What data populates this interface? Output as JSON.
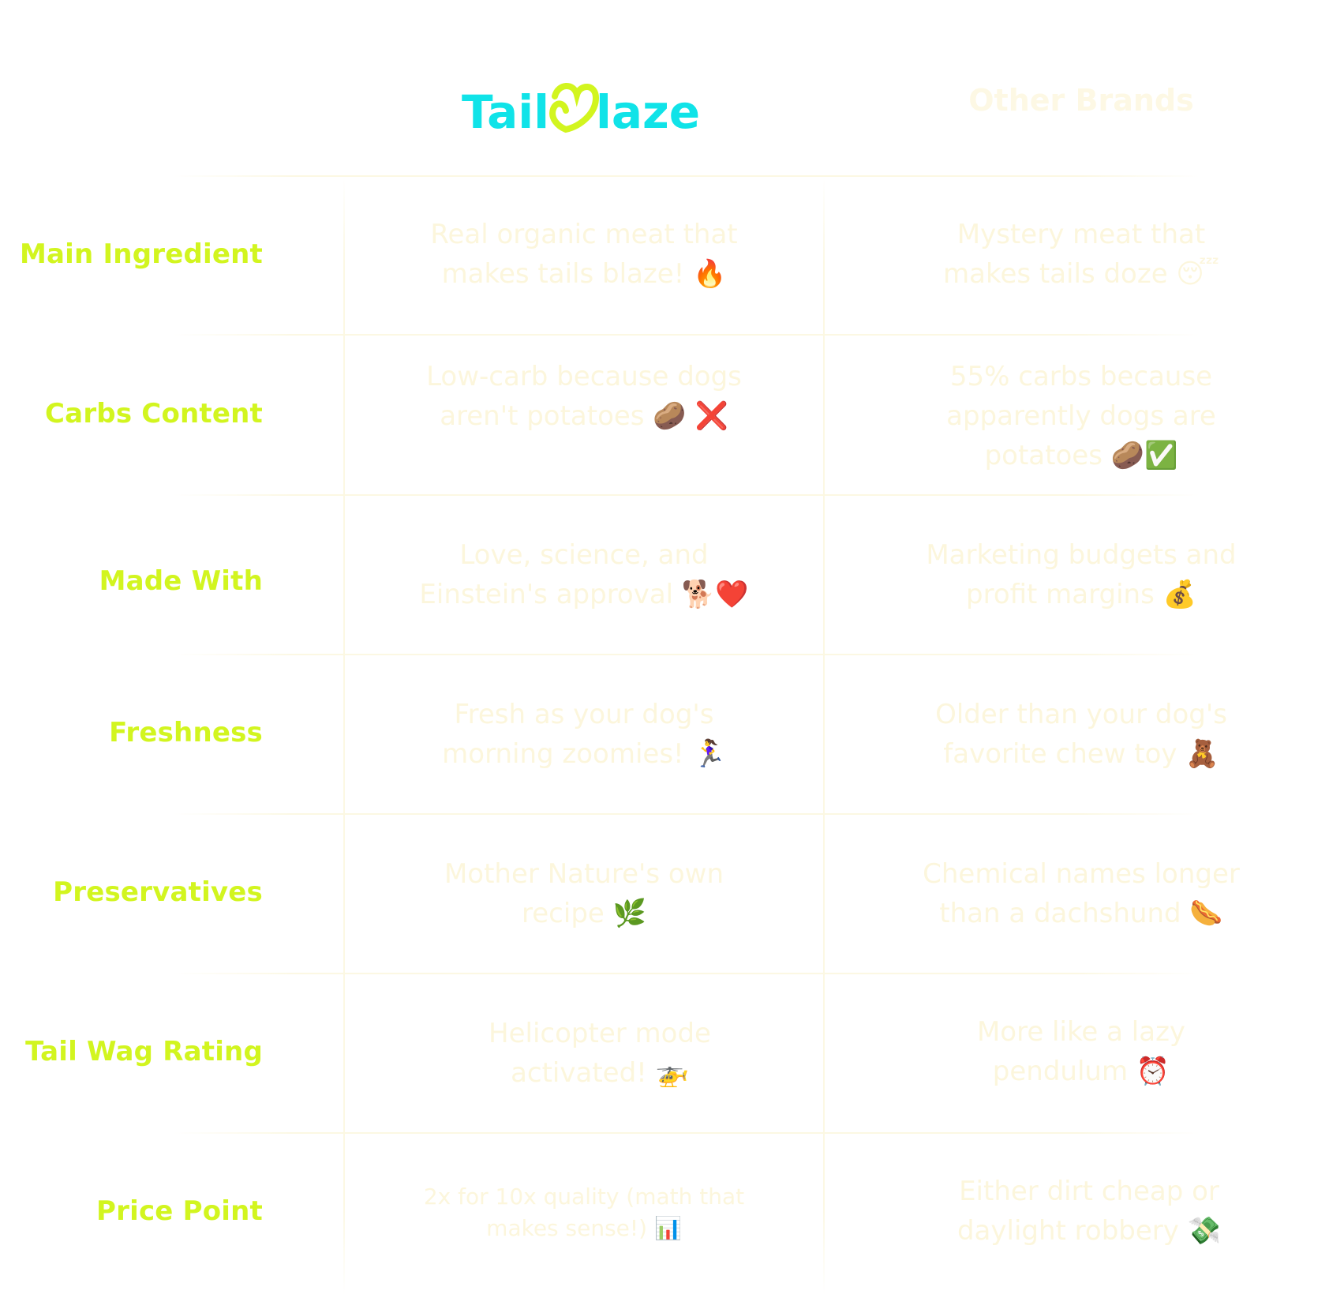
{
  "header": {
    "brand_logo_text": "TailBlaze",
    "other_brands_label": "Other Brands"
  },
  "rows": [
    {
      "label": "Main Ingredient",
      "tailblaze": "Real organic meat that makes tails blaze! 🔥",
      "other": "Mystery meat that makes tails doze 😴"
    },
    {
      "label": "Carbs Content",
      "tailblaze": "Low-carb because dogs aren't potatoes 🥔 ❌",
      "other": "55% carbs because apparently dogs are potatoes 🥔✅"
    },
    {
      "label": "Made With",
      "tailblaze": "Love, science, and Einstein's approval 🐕❤️",
      "other": "Marketing budgets and profit margins 💰"
    },
    {
      "label": "Freshness",
      "tailblaze": "Fresh as your dog's morning zoomies! 🏃‍♀️",
      "other": "Older than your dog's favorite chew toy 🧸"
    },
    {
      "label": "Preservatives",
      "tailblaze": "Mother Nature's own recipe 🌿",
      "other": "Chemical names longer than a dachshund 🌭"
    },
    {
      "label": "Tail Wag Rating",
      "tailblaze": "Helicopter mode activated! 🚁",
      "other": "More like a lazy pendulum ⏰"
    },
    {
      "label": "Price Point",
      "tailblaze": "2x for 10x quality (math that makes sense!) 📊",
      "other": "Either dirt cheap or daylight robbery 💸"
    }
  ],
  "colors": {
    "label_lime": "#d2f51f",
    "logo_cyan": "#10e3e8",
    "faint_text": "#fcf6dc"
  }
}
